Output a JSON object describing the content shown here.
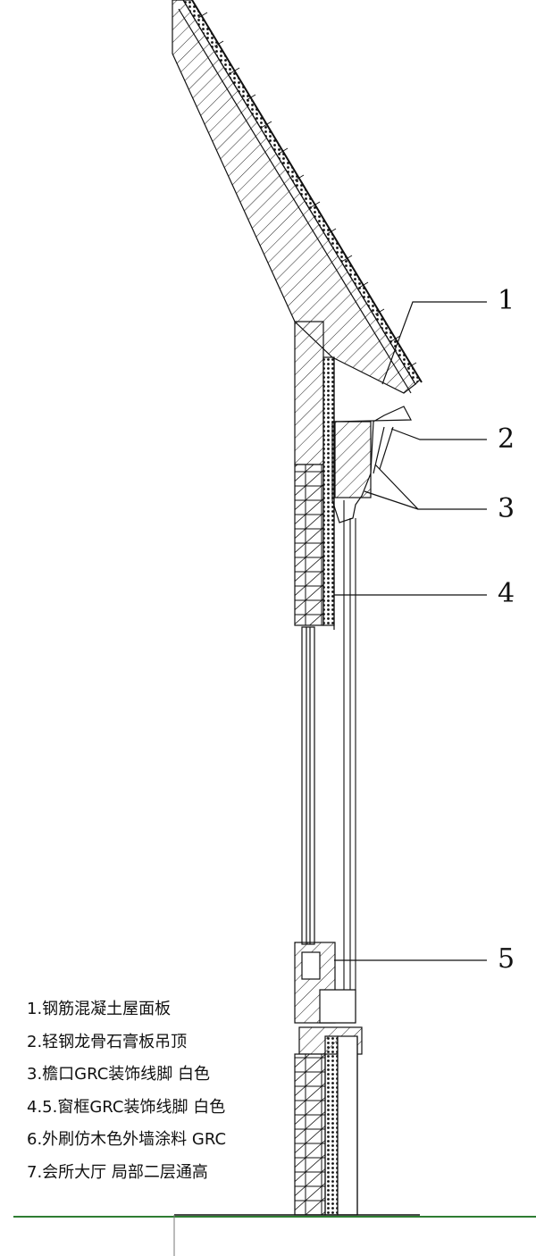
{
  "callouts": [
    "1",
    "2",
    "3",
    "4",
    "5"
  ],
  "legend": [
    "1.钢筋混凝土屋面板",
    "2.轻钢龙骨石膏板吊顶",
    "3.檐口GRC装饰线脚  白色",
    "4.5.窗框GRC装饰线脚  白色",
    "6.外刷仿木色外墙涂料  GRC",
    "7.会所大厅  局部二层通高"
  ],
  "colors": {
    "line": "#111111",
    "ground": "#2e7d32"
  }
}
